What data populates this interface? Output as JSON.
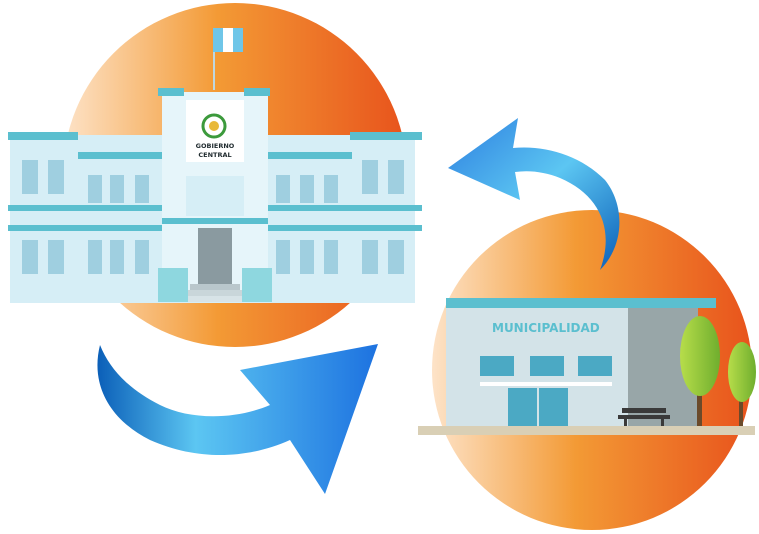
{
  "central_building": {
    "sign_line1": "GOBIERNO",
    "sign_line2": "CENTRAL"
  },
  "municipal_building": {
    "sign": "MUNICIPALIDAD"
  },
  "colors": {
    "orange_light": "#fde3c8",
    "orange_mid": "#f39a35",
    "orange_dark": "#e8531c",
    "building_light": "#d6eef6",
    "building_accent": "#5bbfcf",
    "arrow_light": "#5cc6f2",
    "arrow_dark": "#0b5fb8",
    "tree_green": "#8cc63f"
  },
  "icons": [
    "guatemala-flag-icon",
    "coat-of-arms-icon",
    "bench-icon",
    "tree-icon"
  ]
}
